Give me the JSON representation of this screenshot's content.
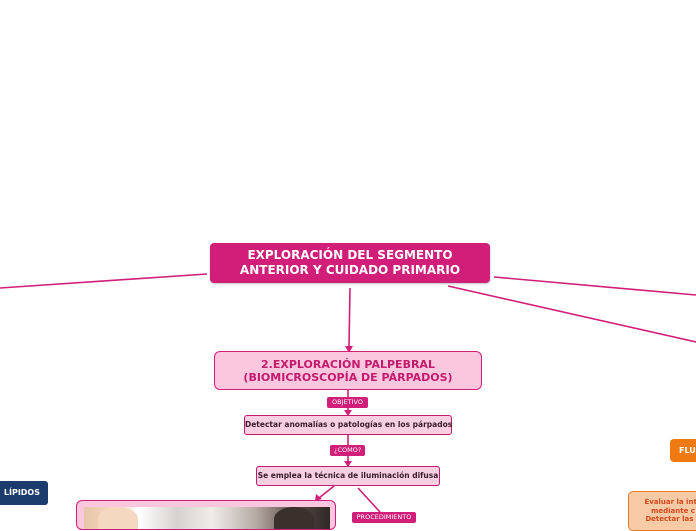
{
  "root": {
    "line1": "EXPLORACIÓN DEL SEGMENTO",
    "line2": "ANTERIOR Y CUIDADO PRIMARIO"
  },
  "topic": {
    "line1": "2.EXPLORACIÓN PALPEBRAL",
    "line2": "(BIOMICROSCOPÍA DE PÁRPADOS)"
  },
  "labels": {
    "objetivo": "OBJETIVO",
    "como": "¿COMO?",
    "procedimiento": "PROCEDIMIENTO"
  },
  "subtopics": {
    "detectar": "Detectar anomalías o patologías en los párpados",
    "tecnica": "Se emplea la técnica de iluminación difusa"
  },
  "side_nodes": {
    "lipidos": "LÍPIDOS",
    "flu": "FLU",
    "orange_line1": "Evaluar la inte",
    "orange_line2": "mediante c",
    "orange_line3": "Detectar las o"
  },
  "colors": {
    "root": "#d11e78",
    "topic_fill": "#fbc7de",
    "subtopic_fill": "#f6cfe0",
    "lipidos": "#1c3c6e",
    "flu": "#ee7a11",
    "orange_fill": "#f8caa6"
  }
}
